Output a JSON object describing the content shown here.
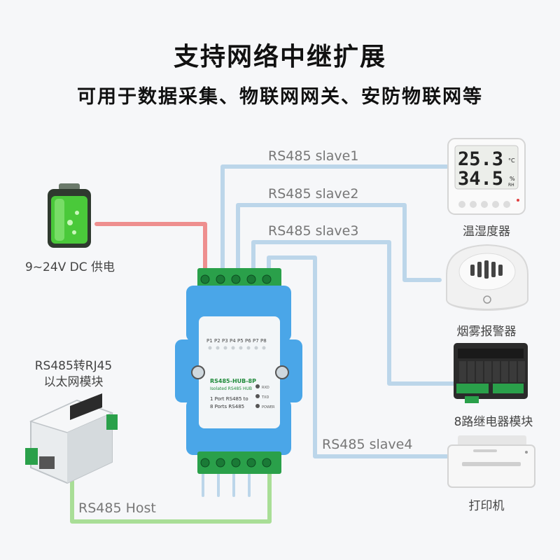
{
  "header": {
    "title": "支持网络中继扩展",
    "subtitle": "可用于数据采集、物联网网关、安防物联网等"
  },
  "links": {
    "slave1": "RS485 slave1",
    "slave2": "RS485 slave2",
    "slave3": "RS485 slave3",
    "slave4": "RS485 slave4",
    "host": "RS485 Host"
  },
  "devices": {
    "power": "9~24V DC 供电",
    "ethernet_line1": "RS485转RJ45",
    "ethernet_line2": "以太网模块",
    "thermo": "温湿度器",
    "smoke": "烟雾报警器",
    "relay": "8路继电器模块",
    "printer": "打印机"
  },
  "thermo_display": {
    "temp": "25.3",
    "temp_unit": "°C",
    "hum": "34.5",
    "hum_unit": "%",
    "hum_unit2": "RH"
  },
  "hub": {
    "model": "RS485-HUB-8P",
    "sub": "Isolated RS485 HUB",
    "desc1": "1 Port RS485 to",
    "desc2": "8 Ports RS485",
    "ports": [
      "P1",
      "P2",
      "P3",
      "P4",
      "P5",
      "P6",
      "P7",
      "P8"
    ],
    "leds": [
      "RXD",
      "TXD",
      "POWER"
    ]
  },
  "colors": {
    "blue_line": "#bcd6ea",
    "red_line": "#ee8f8f",
    "green_line": "#a9de97",
    "hub_blue": "#4aa6e8"
  }
}
